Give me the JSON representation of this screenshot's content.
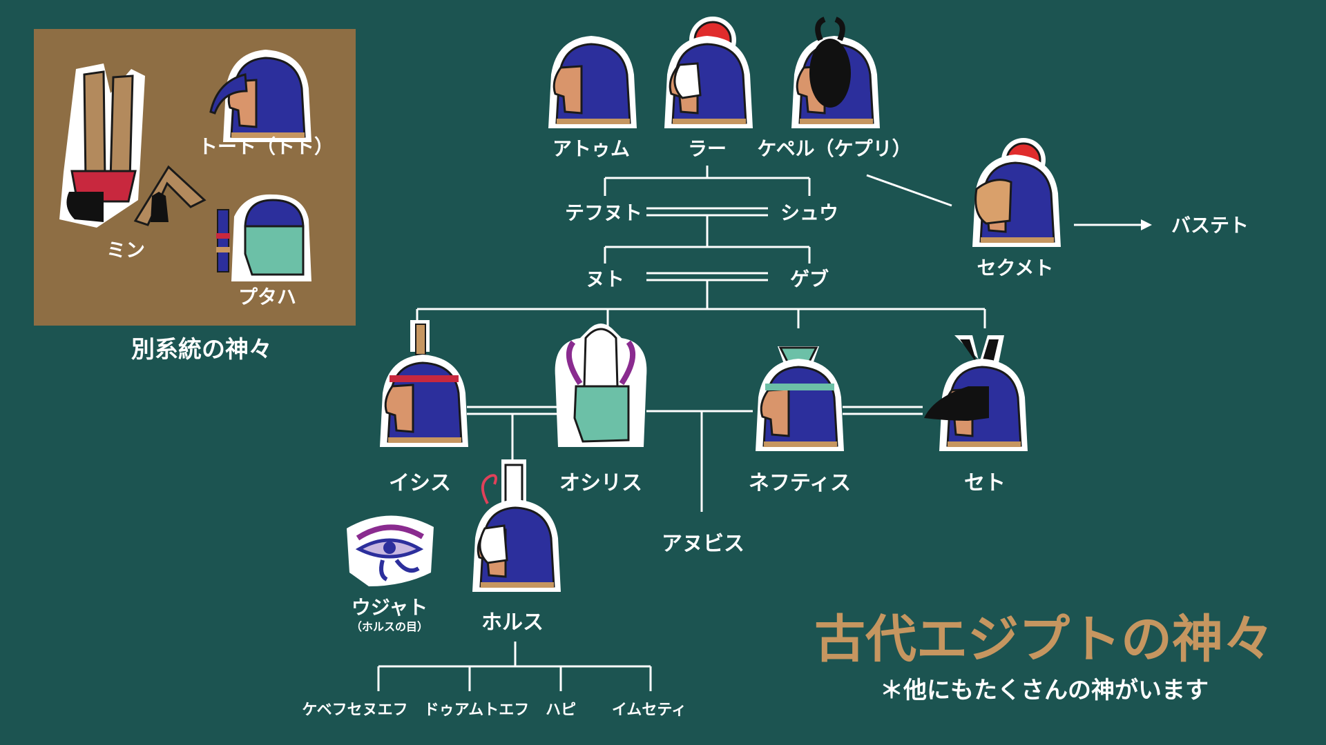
{
  "title": "古代エジプトの神々",
  "subtitle": "＊他にもたくさんの神がいます",
  "other_lineage": {
    "caption": "別系統の神々",
    "gods": {
      "min": "ミン",
      "thoth": "トート（トト）",
      "ptah": "プタハ"
    }
  },
  "gods": {
    "atum": "アトゥム",
    "ra": "ラー",
    "khepri": "ケペル（ケプリ）",
    "sekhmet": "セクメト",
    "bastet": "バステト",
    "tefnut": "テフヌト",
    "shu": "シュウ",
    "nut": "ヌト",
    "geb": "ゲブ",
    "isis": "イシス",
    "osiris": "オシリス",
    "nephthys": "ネフティス",
    "set": "セト",
    "anubis": "アヌビス",
    "horus": "ホルス",
    "wadjet": "ウジャト",
    "wadjet_note": "（ホルスの目）"
  },
  "sons_of_horus": [
    "ケベフセヌエフ",
    "ドゥアムトエフ",
    "ハピ",
    "イムセティ"
  ],
  "colors": {
    "background": "#1c5451",
    "panel": "#8e6e44",
    "title": "#c69660",
    "wig_blue": "#2c2f9c",
    "lines": "#ffffff"
  },
  "icons": {
    "atum": "pharaoh-head-icon",
    "ra": "falcon-sun-disk-icon",
    "khepri": "scarab-head-icon",
    "sekhmet": "lioness-sun-disk-icon",
    "isis": "throne-crown-head-icon",
    "osiris": "atef-crown-head-icon",
    "nephthys": "house-basket-crown-head-icon",
    "set": "set-animal-head-icon",
    "horus": "falcon-double-crown-icon",
    "wadjet": "eye-of-horus-icon",
    "min": "min-feather-crown-icon",
    "thoth": "ibis-head-icon",
    "ptah": "ptah-was-scepter-icon"
  }
}
